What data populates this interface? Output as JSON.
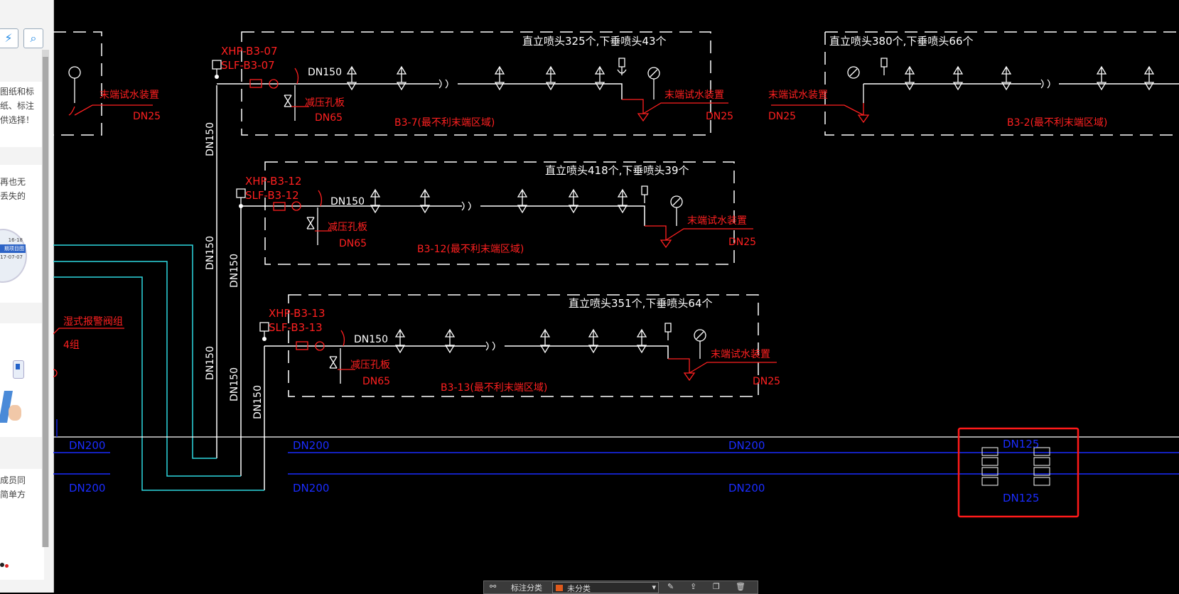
{
  "sidebar": {
    "sync_icon": "sync-icon",
    "search_icon": "search-icon",
    "card1": [
      "图纸和标",
      "纸、标注",
      "供选择！"
    ],
    "card2": [
      "再也无",
      "丢失的"
    ],
    "badge_top": "16-18",
    "badge_mid": "期项目图",
    "badge_bot": "17-07-07",
    "card3": [
      "成员同",
      "简单方"
    ]
  },
  "cad": {
    "zones": [
      {
        "riser": "XHP-B3-07",
        "valve": "SLF-B3-07",
        "heads": "直立喷头325个,下垂喷头43个",
        "area": "B3-7(最不利末端区域)",
        "end_device": "末端试水装置",
        "pipe_main": "DN150",
        "pipe_branch": "DN65",
        "pipe_end": "DN25",
        "orifice": "减压孔板"
      },
      {
        "riser": "XHP-B3-12",
        "valve": "SLF-B3-12",
        "heads": "直立喷头418个,下垂喷头39个",
        "area": "B3-12(最不利末端区域)",
        "end_device": "末端试水装置",
        "pipe_main": "DN150",
        "pipe_branch": "DN65",
        "pipe_end": "DN25",
        "orifice": "减压孔板"
      },
      {
        "riser": "XHP-B3-13",
        "valve": "SLF-B3-13",
        "heads": "直立喷头351个,下垂喷头64个",
        "area": "B3-13(最不利末端区域)",
        "end_device": "末端试水装置",
        "pipe_main": "DN150",
        "pipe_branch": "DN65",
        "pipe_end": "DN25",
        "orifice": "减压孔板"
      }
    ],
    "zone_right": {
      "heads": "直立喷头380个,下垂喷头66个",
      "area": "B3-2(最不利末端区域)",
      "end_device": "末端试水装置",
      "pipe_end": "DN25"
    },
    "zone_left": {
      "end_device": "末端试水装置",
      "pipe_end": "DN25"
    },
    "alarm_valve": "湿式报警阀组",
    "alarm_count": "4组",
    "risers": [
      "DN150",
      "DN150",
      "DN150",
      "DN150",
      "DN150",
      "DN150"
    ],
    "mains": [
      "DN200",
      "DN200",
      "DN200",
      "DN200",
      "DN200",
      "DN200"
    ],
    "highlight_pipes": [
      "DN125",
      "DN125"
    ]
  },
  "toolbar": {
    "label": "标注分类",
    "selected": "未分类"
  },
  "colors": {
    "red": "#ff2020",
    "blue": "#1a2cff",
    "cyan": "#2ed8e0",
    "white": "#ffffff",
    "highlight": "#ff1a1a"
  }
}
